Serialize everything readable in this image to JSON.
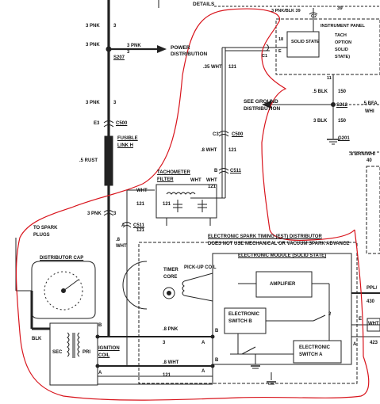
{
  "colors": {
    "ink": "#1a1a1a",
    "wire": "#222222",
    "annotation": "#d8141c"
  },
  "top_labels": {
    "details": "DETAILS",
    "num_39": "39",
    "pnk_blk": "3 PNK/BLK 39",
    "connector_c2": "C2",
    "instrument_panel": "INSTRUMENT PANEL"
  },
  "tach_module": {
    "solid_state": "SOLID STATE",
    "tach": "TACH",
    "option": "OPTION",
    "solid": "SOLID",
    "state": "STATE)",
    "pin_18": "18",
    "pin_e": "E",
    "pin_11": "11",
    "connector_c1": "C1"
  },
  "main_feed": {
    "w1": "3 PNK",
    "w1_num": "3",
    "w2": "3 PNK",
    "w2_num": "3",
    "s207": "S207",
    "w3": "3 PNK",
    "w3_num": "3",
    "c500_e3": "E3",
    "c500": "C500"
  },
  "power_distribution": {
    "label1": "POWER",
    "label2": "DISTRIBUTION",
    "wire": "3 PNK"
  },
  "fusible_link": {
    "label1": "FUSIBLE",
    "label2": "LINK H",
    "wire": ".5 RUST"
  },
  "wht_121": {
    "w1": ".35 WHT",
    "w1_num": "121",
    "c3": "C3",
    "c500": "C500",
    "w2": ".8 WHT",
    "w2_num": "121",
    "b": "B",
    "c511": "C511",
    "wht": "WHT",
    "num": "121"
  },
  "ground_dist": {
    "label1": "SEE GROUND",
    "label2": "DISTRIBUTION",
    "blk": ".5 BLK",
    "num150": "150",
    "s212": "S212",
    "blk2": "3 BLK",
    "num150b": "150",
    "g201": "G201",
    "bfa": ".5 BFA",
    "whi": "WHI",
    "brn": ".8 BRN/WHI",
    "num_40": "40"
  },
  "tach_filter": {
    "label1": "TACHOMETER",
    "label2": "FILTER",
    "wht": "WHT",
    "num": "121",
    "wht2": "WHT",
    "num2": "121"
  },
  "lower_left": {
    "w_pnk": "3 PNK",
    "w_pnk_num": "3",
    "a": "A",
    "c511": "C511",
    "w_wht": ".8",
    "w_wht2": "WHT",
    "num121": "121",
    "to_spark": "TO SPARK",
    "plugs": "PLUGS"
  },
  "distributor": {
    "cap_label": "DISTRIBUTOR CAP"
  },
  "ignition": {
    "label1": "IGNITION",
    "label2": "COIL",
    "sec": "SEC",
    "pri": "PRI",
    "blk": "BLK",
    "pin_b": "B",
    "pin_a": "A"
  },
  "est": {
    "title": "ELECTRONIC SPARK TIMING (EST) DISTRIBUTOR",
    "note": "DOES NOT USE MECHANICAL OR VACUUM SPARK ADVANCE",
    "module_title": "ELECTRONIC MODULE (SOLID STATE)",
    "timer_core1": "TIMER",
    "timer_core2": "CORE",
    "pickup": "PICK-UP COIL",
    "amplifier": "AMPLIFIER",
    "switch_b1": "ELECTRONIC",
    "switch_b2": "SWITCH B",
    "switch_a1": "ELECTRONIC",
    "switch_a2": "SWITCH A",
    "pin2": "2"
  },
  "bottom_wires": {
    "w1": ".8 PNK",
    "w1_num": "3",
    "w2": ".8 WHT",
    "w2_num": "121",
    "a1": "A",
    "a2": "A",
    "b1": "B",
    "b2": "B"
  },
  "right_edge": {
    "ppl": "PPL/",
    "num_430": "430",
    "wht": "WHT",
    "num_423": "423",
    "a": "A",
    "e": "E"
  }
}
